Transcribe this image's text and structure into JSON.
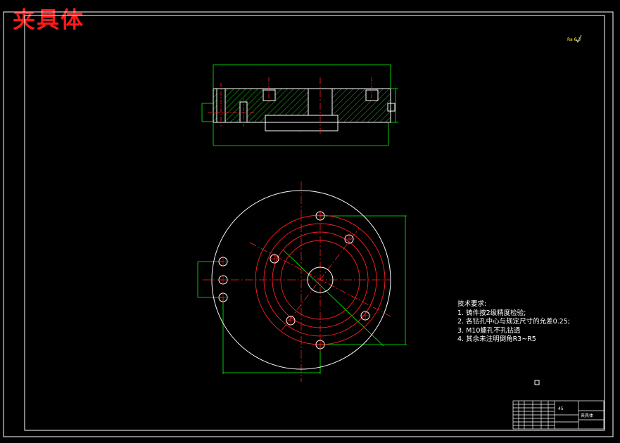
{
  "title": "夹具体",
  "roughness_label": "Ra 6.3",
  "technical_requirements": {
    "heading": "技术要求:",
    "items": [
      "1. 铸件按2级精度检验;",
      "2. 各钻孔中心与规定尺寸的允差0.25;",
      "3. M10螺孔不孔钻透",
      "4. 其余未注明倒角R3~R5"
    ]
  },
  "title_block": {
    "part_name": "夹具体",
    "material": "45"
  },
  "colors": {
    "background": "#000000",
    "outline": "#ffffff",
    "part_lines": "#ff2020",
    "dimension_lines": "#00ff00",
    "title": "#ff1a1a"
  }
}
